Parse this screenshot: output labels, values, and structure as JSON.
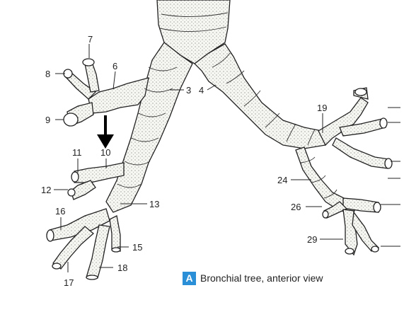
{
  "figure": {
    "caption_badge": "A",
    "caption_text": "Bronchial tree, anterior view"
  },
  "labels": {
    "l3": "3",
    "l4": "4",
    "l6": "6",
    "l7": "7",
    "l8": "8",
    "l9": "9",
    "l10": "10",
    "l11": "11",
    "l12": "12",
    "l13": "13",
    "l15": "15",
    "l16": "16",
    "l17": "17",
    "l18": "18",
    "l19": "19",
    "l24": "24",
    "l26": "26",
    "l29": "29"
  },
  "colors": {
    "ink": "#222222",
    "cartilage": "#f4f4f0",
    "badge": "#2a8fd6"
  }
}
